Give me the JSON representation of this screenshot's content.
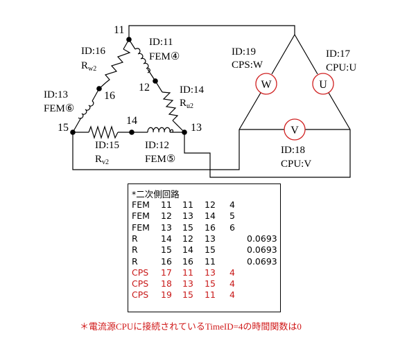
{
  "diagram": {
    "nodes": [
      {
        "id": "11",
        "label": "11"
      },
      {
        "id": "12",
        "label": "12"
      },
      {
        "id": "13",
        "label": "13"
      },
      {
        "id": "14",
        "label": "14"
      },
      {
        "id": "15",
        "label": "15"
      },
      {
        "id": "16",
        "label": "16"
      }
    ],
    "components": {
      "id11": {
        "id_label": "ID:11",
        "name": "FEM④"
      },
      "id12": {
        "id_label": "ID:12",
        "name": "FEM⑤"
      },
      "id13": {
        "id_label": "ID:13",
        "name": "FEM⑥"
      },
      "id14": {
        "id_label": "ID:14",
        "name": "R",
        "sub": "u2"
      },
      "id15": {
        "id_label": "ID:15",
        "name": "R",
        "sub": "v2"
      },
      "id16": {
        "id_label": "ID:16",
        "name": "R",
        "sub": "w2"
      }
    },
    "sources": {
      "w": {
        "id_label": "ID:19",
        "name": "CPS:W",
        "symbol": "W"
      },
      "u": {
        "id_label": "ID:17",
        "name": "CPU:U",
        "symbol": "U"
      },
      "v": {
        "id_label": "ID:18",
        "name": "CPU:V",
        "symbol": "V"
      }
    },
    "colors": {
      "source_circle": "#d02020",
      "wire": "#000000"
    }
  },
  "table": {
    "title": "*二次側回路",
    "rows": [
      {
        "cells": [
          "FEM",
          "11",
          "11",
          "12",
          "4",
          ""
        ],
        "color": "#000000"
      },
      {
        "cells": [
          "FEM",
          "12",
          "13",
          "14",
          "5",
          ""
        ],
        "color": "#000000"
      },
      {
        "cells": [
          "FEM",
          "13",
          "15",
          "16",
          "6",
          ""
        ],
        "color": "#000000"
      },
      {
        "cells": [
          "R",
          "14",
          "12",
          "13",
          "",
          "0.0693"
        ],
        "color": "#000000"
      },
      {
        "cells": [
          "R",
          "15",
          "14",
          "15",
          "",
          "0.0693"
        ],
        "color": "#000000"
      },
      {
        "cells": [
          "R",
          "16",
          "16",
          "11",
          "",
          "0.0693"
        ],
        "color": "#000000"
      },
      {
        "cells": [
          "CPS",
          "17",
          "11",
          "13",
          "4",
          ""
        ],
        "color": "#c81818"
      },
      {
        "cells": [
          "CPS",
          "18",
          "13",
          "15",
          "4",
          ""
        ],
        "color": "#c81818"
      },
      {
        "cells": [
          "CPS",
          "19",
          "15",
          "11",
          "4",
          ""
        ],
        "color": "#c81818"
      }
    ]
  },
  "footnote": "＊電流源CPUに接続されているTimeID=4の時間関数は0"
}
